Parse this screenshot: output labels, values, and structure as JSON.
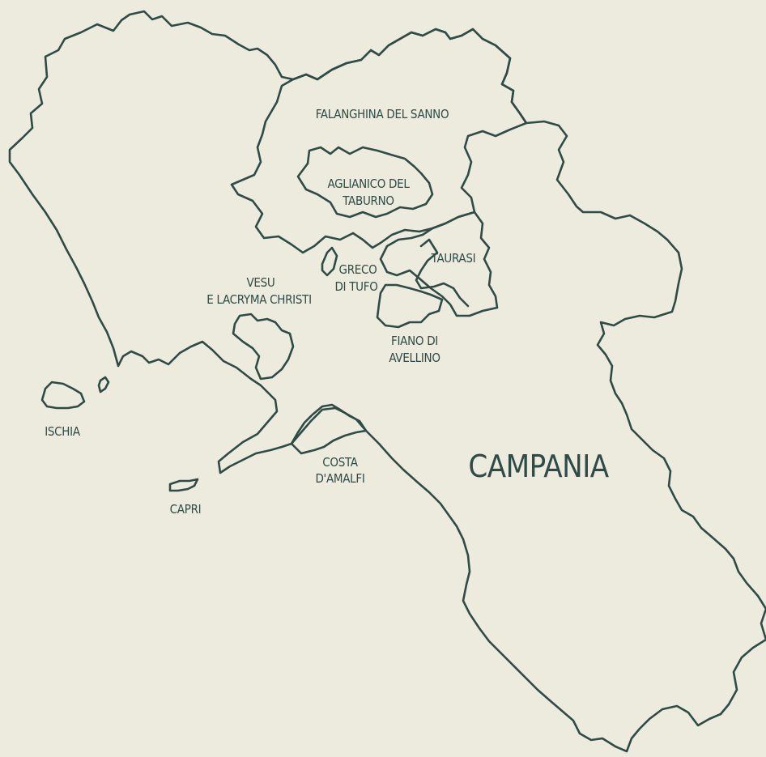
{
  "map": {
    "region_label": "CAMPANIA",
    "zones": {
      "falanghina": "FALANGHINA DEL SANNO",
      "aglianico_line1": "AGLIANICO DEL",
      "aglianico_line2": "TABURNO",
      "greco_line1": "GRECO",
      "greco_line2": "DI TUFO",
      "taurasi": "TAURASI",
      "vesuvio_line1": "VESU",
      "vesuvio_line2": "E LACRYMA CHRISTI",
      "fiano_line1": "FIANO DI",
      "fiano_line2": "AVELLINO",
      "costa_line1": "COSTA",
      "costa_line2": "D'AMALFI",
      "ischia": "ISCHIA",
      "capri": "CAPRI"
    },
    "colors": {
      "background": "#ecebdd",
      "outline": "#2e4b48"
    }
  }
}
